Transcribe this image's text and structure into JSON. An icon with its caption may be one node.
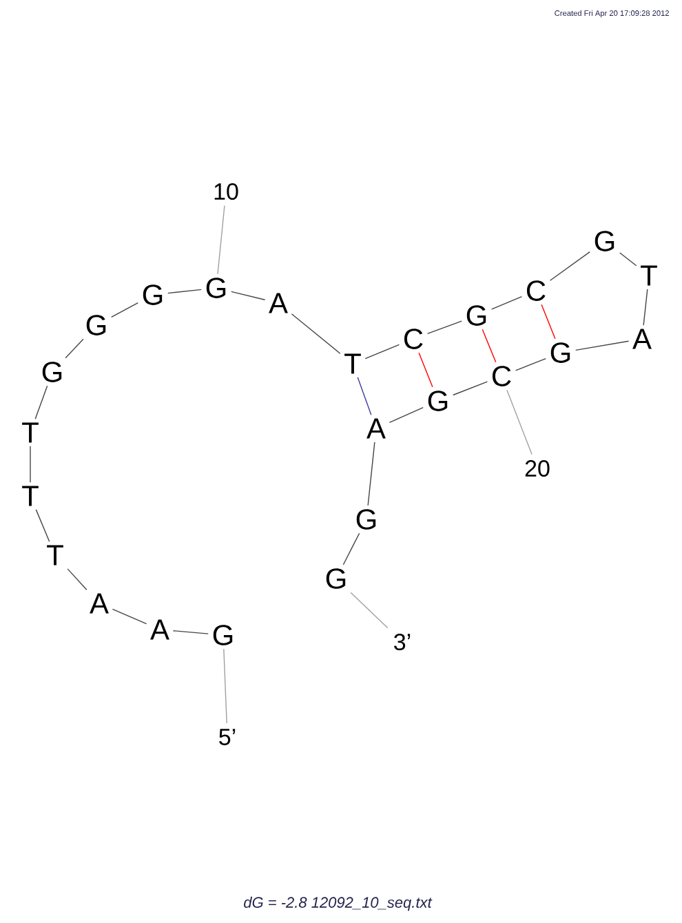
{
  "diagram": {
    "caption": "dG = -2.8 12092_10_seq.txt",
    "nodes": [
      {
        "text": [
          "G"
        ]
      },
      {
        "text": [
          "A"
        ]
      },
      {
        "text": [
          "A"
        ]
      },
      {
        "text": [
          "T"
        ]
      },
      {
        "text": [
          "T"
        ]
      },
      {
        "text": [
          "T"
        ]
      },
      {
        "text": [
          "G"
        ]
      },
      {
        "text": [
          "G"
        ]
      },
      {
        "text": [
          "G"
        ]
      },
      {
        "text": [
          "G"
        ]
      },
      {
        "text": [
          "A"
        ]
      },
      {
        "text": [
          "T"
        ]
      },
      {
        "text": [
          "C"
        ]
      },
      {
        "text": [
          "G"
        ]
      },
      {
        "text": [
          "C"
        ]
      },
      {
        "text": [
          "G"
        ]
      },
      {
        "text": [
          "T"
        ]
      },
      {
        "text": [
          "A"
        ]
      },
      {
        "text": [
          "G"
        ]
      },
      {
        "text": [
          "C"
        ]
      },
      {
        "text": [
          "G"
        ]
      },
      {
        "text": [
          "A"
        ]
      },
      {
        "text": [
          "G"
        ]
      },
      {
        "text": [
          "G"
        ]
      },
      {
        "text": [
          "10"
        ]
      },
      {
        "text": [
          "20"
        ]
      },
      {
        "text": [
          "5’"
        ]
      },
      {
        "text": [
          "3’"
        ]
      }
    ],
    "edges": [
      {
        "from": 0,
        "to": 1,
        "arrow": "none"
      },
      {
        "from": 1,
        "to": 2,
        "arrow": "none"
      },
      {
        "from": 2,
        "to": 3,
        "arrow": "none"
      },
      {
        "from": 3,
        "to": 4,
        "arrow": "none"
      },
      {
        "from": 4,
        "to": 5,
        "arrow": "none"
      },
      {
        "from": 5,
        "to": 6,
        "arrow": "none"
      },
      {
        "from": 6,
        "to": 7,
        "arrow": "none"
      },
      {
        "from": 7,
        "to": 8,
        "arrow": "none"
      },
      {
        "from": 8,
        "to": 9,
        "arrow": "none"
      },
      {
        "from": 9,
        "to": 10,
        "arrow": "none"
      },
      {
        "from": 10,
        "to": 11,
        "arrow": "none"
      },
      {
        "from": 11,
        "to": 12,
        "arrow": "none"
      },
      {
        "from": 12,
        "to": 13,
        "arrow": "none"
      },
      {
        "from": 13,
        "to": 14,
        "arrow": "none"
      },
      {
        "from": 14,
        "to": 15,
        "arrow": "none"
      },
      {
        "from": 15,
        "to": 16,
        "arrow": "none"
      },
      {
        "from": 16,
        "to": 17,
        "arrow": "none"
      },
      {
        "from": 17,
        "to": 18,
        "arrow": "none"
      },
      {
        "from": 18,
        "to": 19,
        "arrow": "none"
      },
      {
        "from": 19,
        "to": 20,
        "arrow": "none"
      },
      {
        "from": 20,
        "to": 21,
        "arrow": "none"
      },
      {
        "from": 21,
        "to": 22,
        "arrow": "none"
      },
      {
        "from": 22,
        "to": 23,
        "arrow": "none"
      },
      {
        "from": 11,
        "to": 21,
        "arrow": "none",
        "color": "#3c3ca0"
      },
      {
        "from": 12,
        "to": 20,
        "arrow": "none",
        "color": "#ff0000"
      },
      {
        "from": 13,
        "to": 19,
        "arrow": "none",
        "color": "#ff0000"
      },
      {
        "from": 14,
        "to": 18,
        "arrow": "none",
        "color": "#ff0000"
      },
      {
        "from": 24,
        "to": 9,
        "arrow": "none",
        "color": "#a0a0a0"
      },
      {
        "from": 25,
        "to": 19,
        "arrow": "none",
        "color": "#a0a0a0"
      },
      {
        "from": 26,
        "to": 0,
        "arrow": "none",
        "color": "#a0a0a0"
      },
      {
        "from": 27,
        "to": 23,
        "arrow": "none",
        "color": "#a0a0a0"
      }
    ],
    "labels": [
      "Created Fri Apr 20 17:09:28 2012"
    ]
  }
}
